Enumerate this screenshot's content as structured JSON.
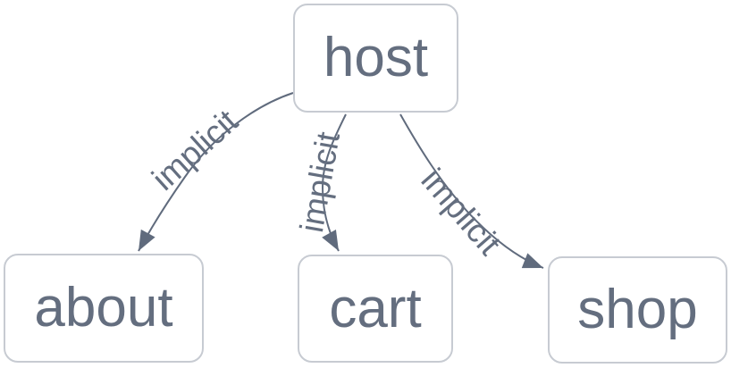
{
  "graph": {
    "nodes": [
      {
        "id": "host",
        "label": "host"
      },
      {
        "id": "about",
        "label": "about"
      },
      {
        "id": "cart",
        "label": "cart"
      },
      {
        "id": "shop",
        "label": "shop"
      }
    ],
    "edges": [
      {
        "source": "host",
        "target": "about",
        "label": "implicit"
      },
      {
        "source": "host",
        "target": "cart",
        "label": "implicit"
      },
      {
        "source": "host",
        "target": "shop",
        "label": "implicit"
      }
    ],
    "colors": {
      "background": "#ffffff",
      "node_fill": "#ffffff",
      "node_border": "#c7cbd2",
      "node_text": "#646e7f",
      "edge_stroke": "#606b7d",
      "edge_label_text": "#646e7f"
    }
  }
}
